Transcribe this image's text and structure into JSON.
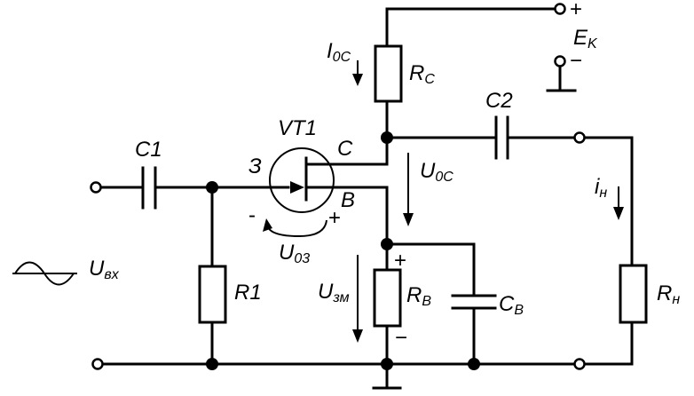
{
  "labels": {
    "ek": {
      "main": "E",
      "sub": "K"
    },
    "ek_plus": "+",
    "ek_minus": "−",
    "i0c": {
      "main": "I",
      "sub": "0C"
    },
    "rc": {
      "main": "R",
      "sub": "C"
    },
    "c2": "C2",
    "vt1": "VT1",
    "drain": "C",
    "source": "З",
    "gate": "B",
    "c1": "C1",
    "u0c": {
      "main": "U",
      "sub": "0C"
    },
    "in": {
      "main": "i",
      "sub": "н"
    },
    "u03": {
      "main": "U",
      "sub": "03"
    },
    "u03_minus": "-",
    "u03_plus": "+",
    "uvx": {
      "main": "U",
      "sub": "вх"
    },
    "r1": "R1",
    "uzm": {
      "main": "U",
      "sub": "зм"
    },
    "rb": {
      "main": "R",
      "sub": "B"
    },
    "rb_plus": "+",
    "rb_minus": "−",
    "cb": {
      "main": "C",
      "sub": "B"
    },
    "rn": {
      "main": "R",
      "sub": "н"
    }
  }
}
